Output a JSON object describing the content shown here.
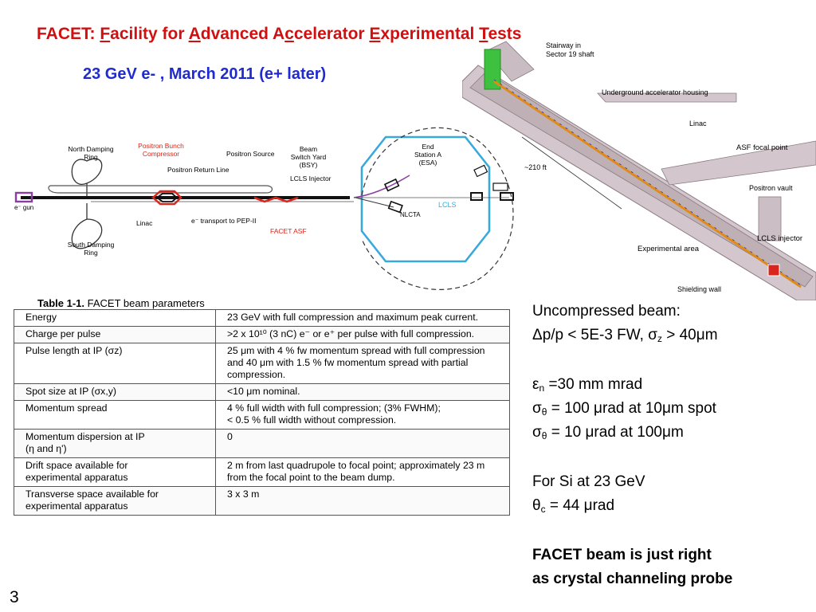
{
  "title": {
    "prefix": "FACET:  ",
    "parts": [
      {
        "u": "F",
        "t": "acility for "
      },
      {
        "u": "A",
        "t": "dvanced A"
      },
      {
        "u": "c",
        "t": "celerator "
      },
      {
        "u": "E",
        "t": "xperimental "
      },
      {
        "u": "T",
        "t": "ests"
      }
    ]
  },
  "subtitle": "23 GeV e- , March 2011 (e+ later)",
  "diagram": {
    "north_ring": "North Damping\nRing",
    "south_ring": "South Damping\nRing",
    "positron_bunch": "Positron Bunch\nCompressor",
    "positron_return": "Positron Return Line",
    "positron_source": "Positron Source",
    "bsy": "Beam\nSwitch Yard\n(BSY)",
    "lcls_injector": "LCLS Injector",
    "end_station": "End\nStation A\n(ESA)",
    "egun": "e⁻ gun",
    "linac": "Linac",
    "transport": "e⁻ transport to PEP-II",
    "facet_asf": "FACET ASF",
    "nlcta": "NLCTA",
    "lcls": "LCLS"
  },
  "tunnel": {
    "stairway": "Stairway in\nSector 19 shaft",
    "housing": "Underground accelerator housing",
    "linac": "Linac",
    "asf": "ASF focal point",
    "distance": "~210 ft",
    "positron_vault": "Positron vault",
    "lcls_injector": "LCLS injector",
    "experimental_area": "Experimental area",
    "shielding_wall": "Shielding wall"
  },
  "table": {
    "caption_label": "Table 1-1.",
    "caption_text": " FACET beam parameters",
    "rows": [
      {
        "param": "Energy",
        "value": "23 GeV with full compression and maximum peak current."
      },
      {
        "param": "Charge per pulse",
        "value": ">2 x 10¹⁰ (3 nC) e⁻ or e⁺ per pulse with full compression."
      },
      {
        "param": "Pulse length at IP (σz)",
        "value": "25 μm with 4 % fw momentum spread with full compression and 40 μm with 1.5 % fw momentum spread with partial compression."
      },
      {
        "param": "Spot size at IP (σx,y)",
        "value": "<10 μm nominal."
      },
      {
        "param": "Momentum spread",
        "value": "4 % full width with full compression; (3% FWHM);\n< 0.5 % full width without compression."
      },
      {
        "param": "Momentum dispersion at IP\n(η and η')",
        "value": "0"
      },
      {
        "param": "Drift space available for\nexperimental apparatus",
        "value": "2 m from last quadrupole to focal point; approximately 23 m from the focal point to the beam dump."
      },
      {
        "param": "Transverse space available for\nexperimental apparatus",
        "value": "3 x 3 m"
      }
    ]
  },
  "notes": {
    "l1": "Uncompressed beam:",
    "l2a": "Δp/p < 5E-3 FW, σ",
    "l2sub": "z",
    "l2b": " > 40μm",
    "l3a": "ε",
    "l3sub": "n",
    "l3b": " =30 mm mrad",
    "l4a": "σ",
    "l4sub": "θ",
    "l4b": " = 100 μrad at 10μm spot",
    "l5a": "σ",
    "l5sub": "θ",
    "l5b": " = 10 μrad at 100μm",
    "l6": "For Si at 23 GeV",
    "l7a": "θ",
    "l7sub": "c",
    "l7b": " = 44 μrad",
    "l8": "FACET beam is just right",
    "l9": "as crystal channeling probe"
  },
  "page_number": "3",
  "colors": {
    "title": "#d01010",
    "subtitle": "#1f2bd1",
    "lcls_loop": "#39a9dc",
    "asf_red": "#d9261c",
    "egun": "#8a3fa0"
  }
}
